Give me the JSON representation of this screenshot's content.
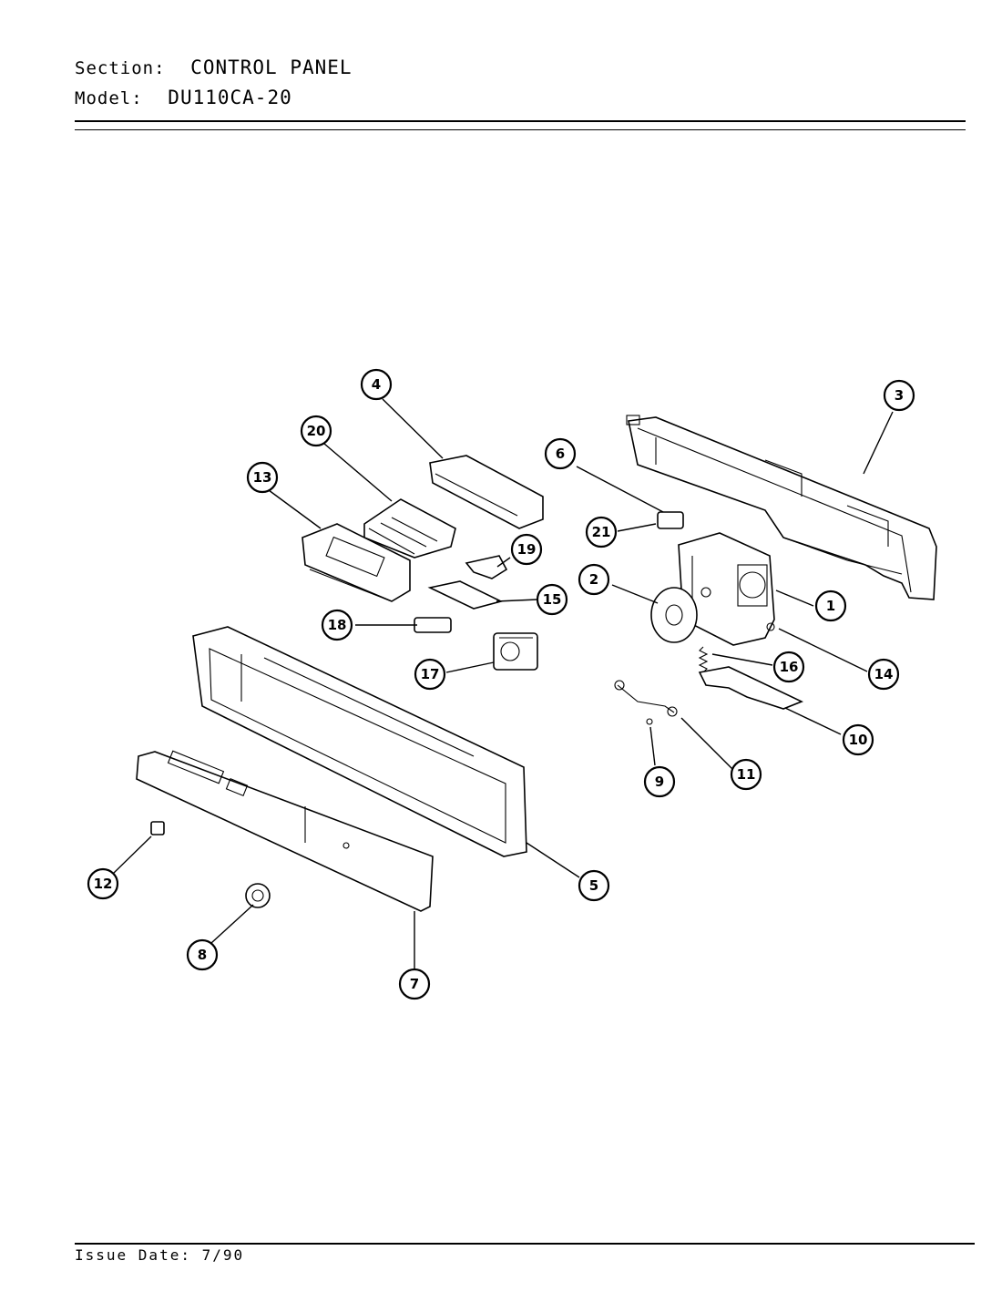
{
  "header": {
    "section_label": "Section:",
    "section_value": "CONTROL PANEL",
    "model_label": "Model:",
    "model_value": "DU110CA-20"
  },
  "footer": {
    "issue_date_label": "Issue Date:",
    "issue_date_value": "7/90"
  },
  "callouts": [
    "1",
    "2",
    "3",
    "4",
    "5",
    "6",
    "7",
    "8",
    "9",
    "10",
    "11",
    "12",
    "13",
    "14",
    "15",
    "16",
    "17",
    "18",
    "19",
    "20",
    "21"
  ]
}
